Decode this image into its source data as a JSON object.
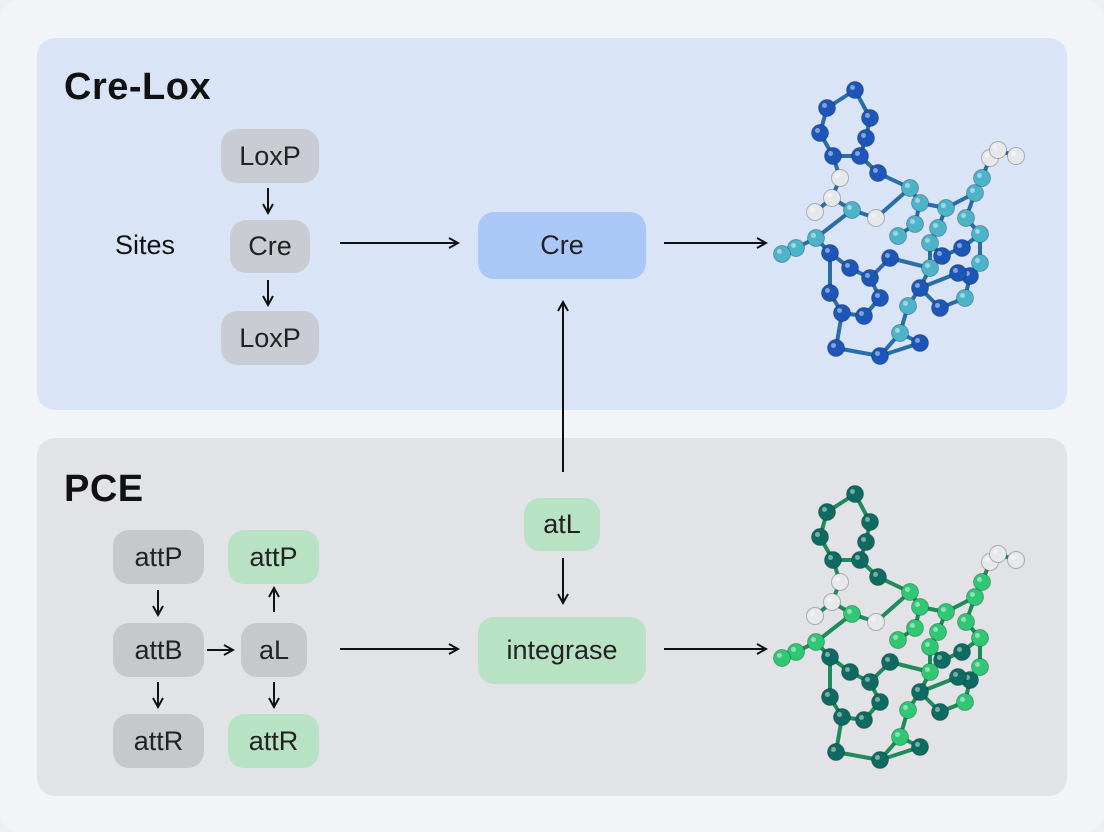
{
  "top_panel": {
    "title": "Cre-Lox",
    "sites_label": "Sites",
    "nodes": [
      "LoxP",
      "Cre",
      "LoxP"
    ],
    "center_node": "Cre",
    "molecule_icon": "protein-structure-blue",
    "colors": {
      "panel": "#d9e5f6",
      "node": "#c9cdd3",
      "center": "#aac7f7"
    }
  },
  "bottom_panel": {
    "title": "PCE",
    "left_nodes": [
      "attP",
      "attB",
      "attR"
    ],
    "right_nodes": [
      "attP",
      "aL",
      "attR"
    ],
    "atl_node": "atL",
    "center_node": "integrase",
    "molecule_icon": "protein-structure-green",
    "colors": {
      "panel": "#e2e3e6",
      "gray_node": "#c7c8cb",
      "green_node": "#b8e2c4"
    }
  }
}
